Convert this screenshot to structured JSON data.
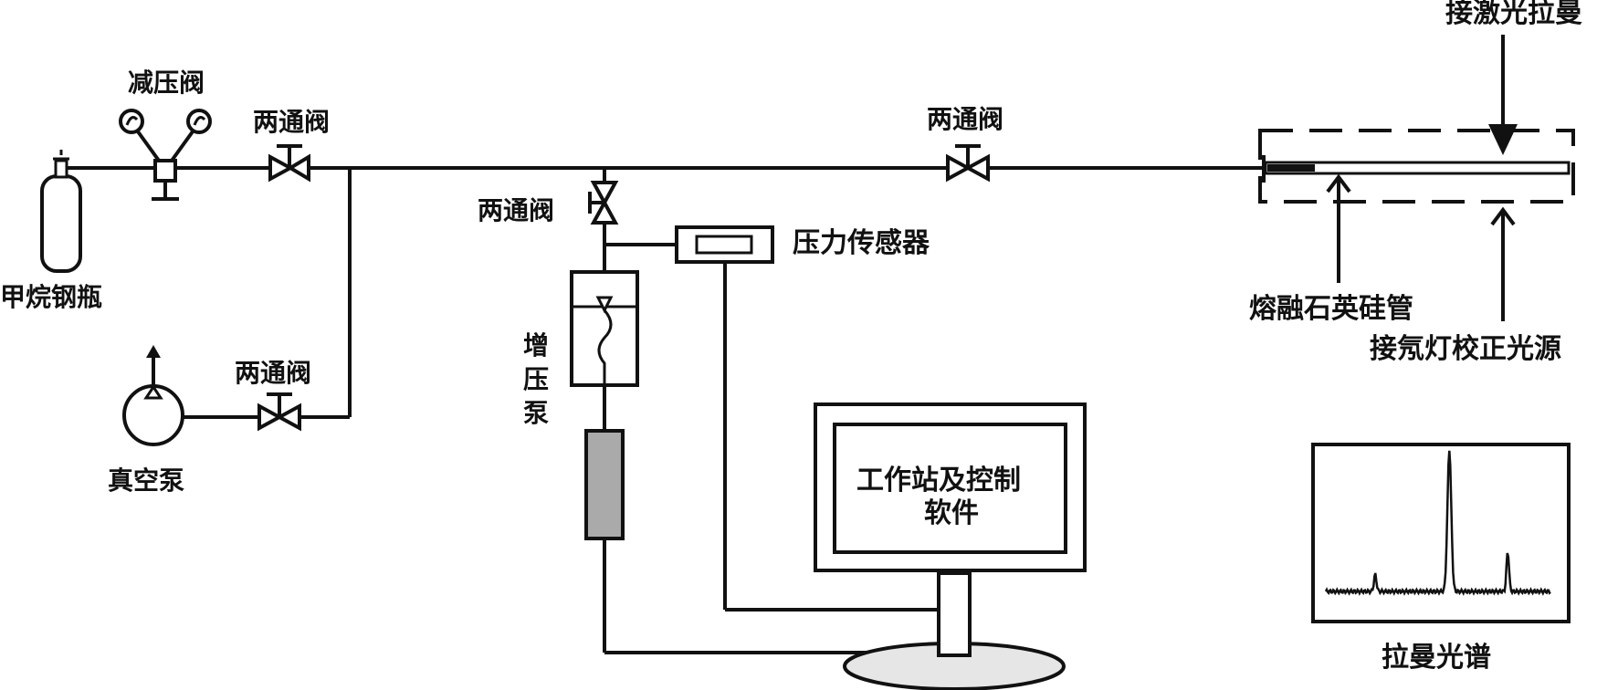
{
  "labels": {
    "cylinder": "甲烷钢瓶",
    "regulator": "减压阀",
    "valve_top_left": "两通阀",
    "valve_top_right": "两通阀",
    "valve_vertical": "两通阀",
    "valve_bottom": "两通阀",
    "vacuum_pump": "真空泵",
    "pressure_sensor": "压力传感器",
    "booster_pump": "增\n压\n泵",
    "booster_pump_lines": [
      "增",
      "压",
      "泵"
    ],
    "workstation_line1": "工作站及控制",
    "workstation_line2": "软件",
    "laser": "接激光拉曼",
    "quartz_tube": "熔融石英硅管",
    "neon_source": "接氖灯校正光源",
    "raman_spectrum": "拉曼光谱"
  },
  "colors": {
    "line": "#111111",
    "pump_fill": "#aaaaaa",
    "base_fill": "#e6e6e6",
    "background": "#ffffff"
  },
  "spectrum": {
    "description_peaks": [
      {
        "position": 0.22,
        "height": 0.12
      },
      {
        "position": 0.55,
        "height": 1.0
      },
      {
        "position": 0.81,
        "height": 0.28
      }
    ]
  }
}
